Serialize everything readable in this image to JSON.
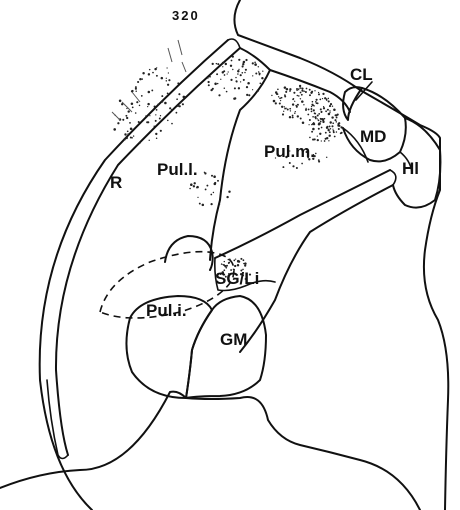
{
  "figure": {
    "section_number": "320",
    "labels": {
      "cl": "CL",
      "md": "MD",
      "hi": "Hl",
      "r": "R",
      "pul_l": "Pul.l.",
      "pul_m": "Pul.m.",
      "sg_li": "SG/Li",
      "pul_i": "Pul.i.",
      "gm": "GM"
    }
  },
  "colors": {
    "ink": "#111111",
    "paper": "#ffffff"
  }
}
